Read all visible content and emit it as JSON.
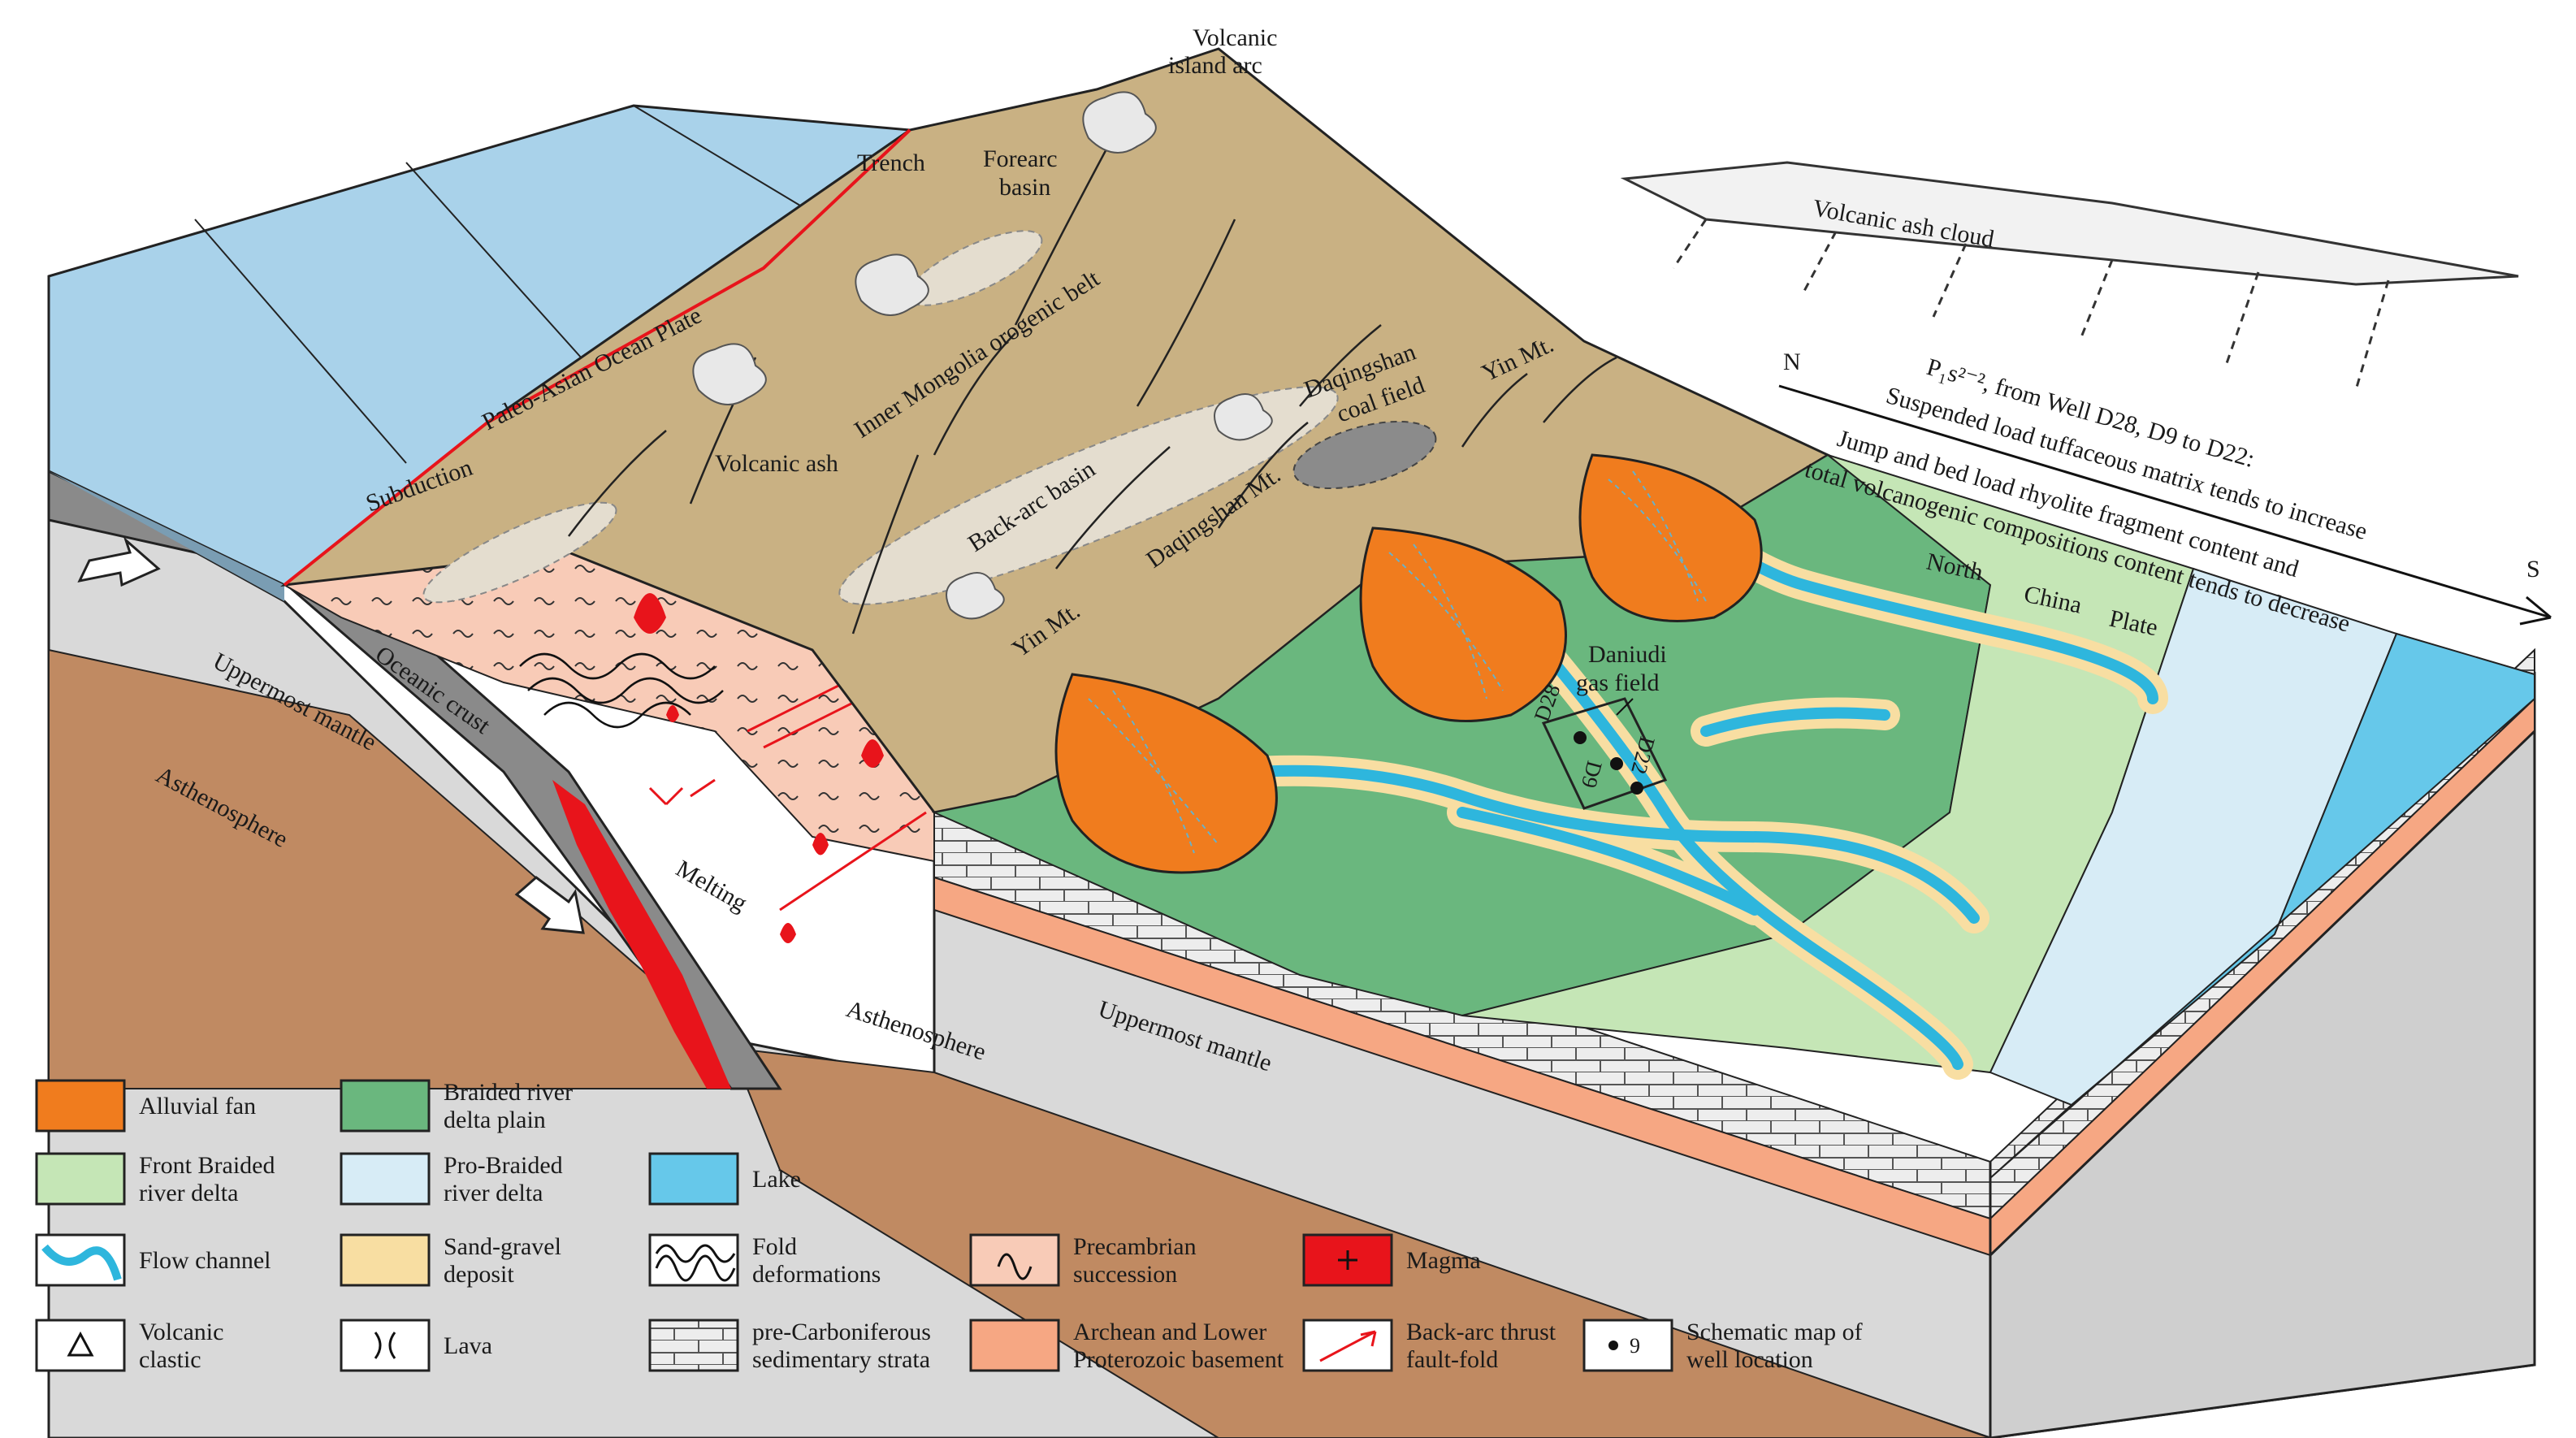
{
  "colors": {
    "alluvial_fan": "#f07c1e",
    "braided_plain": "#6ab77e",
    "front_braided": "#c5e6b6",
    "pro_braided": "#d7ecf6",
    "lake": "#66c8ea",
    "flow_channel": "#2eb6dd",
    "sand_gravel": "#f8dea2",
    "precambrian": "#f8cbb7",
    "magma": "#e8141b",
    "basement": "#f6a783",
    "orogen": "#c9b183",
    "basin": "#e4ddcf",
    "coal": "#8b8b8b",
    "ocean_plate": "#a9d2ea",
    "mantle": "#d9d9d9",
    "asthenosphere": "#c08a62",
    "crust": "#8a8a8a"
  },
  "labels": {
    "volcanic_island_arc": [
      "Volcanic",
      "island arc"
    ],
    "trench": "Trench",
    "forearc_basin": [
      "Forearc",
      "basin"
    ],
    "paleo_asian": "Paleo-Asian Ocean Plate",
    "subduction": "Subduction",
    "volcanic_ash": "Volcanic ash",
    "inner_mongolia": "Inner Mongolia orogenic belt",
    "back_arc_basin": "Back-arc basin",
    "daqingshan_coal": [
      "Daqingshan",
      "coal field"
    ],
    "yin_mt_top": "Yin Mt.",
    "daqingshan_mt": "Daqingshan Mt.",
    "yin_mt_lower": "Yin Mt.",
    "volcanic_ash_cloud": "Volcanic ash cloud",
    "north": "N",
    "south": "S",
    "trend_1": "P₁s²⁻², from Well D28, D9 to D22:",
    "trend_2": "Suspended load tuffaceous matrix tends to increase",
    "trend_3": "Jump and bed load rhyolite fragment content and",
    "trend_4": "total volcanogenic compositions content tends to decrease",
    "north_china_plate": [
      "North",
      "China",
      "Plate"
    ],
    "daniudi": [
      "Daniudi",
      "gas field"
    ],
    "wells": [
      "D28",
      "D9",
      "D22"
    ],
    "uppermost_mantle_left": "Uppermost mantle",
    "oceanic_crust": "Oceanic crust",
    "asthenosphere_left": "Asthenosphere",
    "melting": "Melting",
    "asthenosphere_mid": "Asthenosphere",
    "uppermost_mantle_mid": "Uppermost mantle"
  },
  "legend": [
    {
      "key": "alluvial_fan",
      "lines": [
        "Alluvial fan"
      ]
    },
    {
      "key": "braided_plain",
      "lines": [
        "Braided river",
        "delta plain"
      ]
    },
    {
      "key": "front_braided",
      "lines": [
        "Front Braided",
        "river delta"
      ]
    },
    {
      "key": "pro_braided",
      "lines": [
        "Pro-Braided",
        "river delta"
      ]
    },
    {
      "key": "lake",
      "lines": [
        "Lake"
      ]
    },
    {
      "key": "flow_channel",
      "lines": [
        "Flow channel"
      ]
    },
    {
      "key": "sand_gravel",
      "lines": [
        "Sand-gravel",
        "deposit"
      ]
    },
    {
      "key": "fold",
      "lines": [
        "Fold",
        "deformations"
      ]
    },
    {
      "key": "precambrian",
      "lines": [
        "Precambrian",
        "succession"
      ]
    },
    {
      "key": "magma",
      "lines": [
        "Magma"
      ]
    },
    {
      "key": "volcanic_clastic",
      "lines": [
        "Volcanic",
        "clastic"
      ]
    },
    {
      "key": "lava",
      "lines": [
        "Lava"
      ]
    },
    {
      "key": "pre_carboniferous",
      "lines": [
        "pre-Carboniferous",
        "sedimentary strata"
      ]
    },
    {
      "key": "basement",
      "lines": [
        "Archean and Lower",
        "Proterozoic basement"
      ]
    },
    {
      "key": "thrust",
      "lines": [
        "Back-arc thrust",
        "fault-fold"
      ]
    },
    {
      "key": "well",
      "lines": [
        "Schematic map of",
        "well location"
      ],
      "symbol_text": "9"
    }
  ]
}
